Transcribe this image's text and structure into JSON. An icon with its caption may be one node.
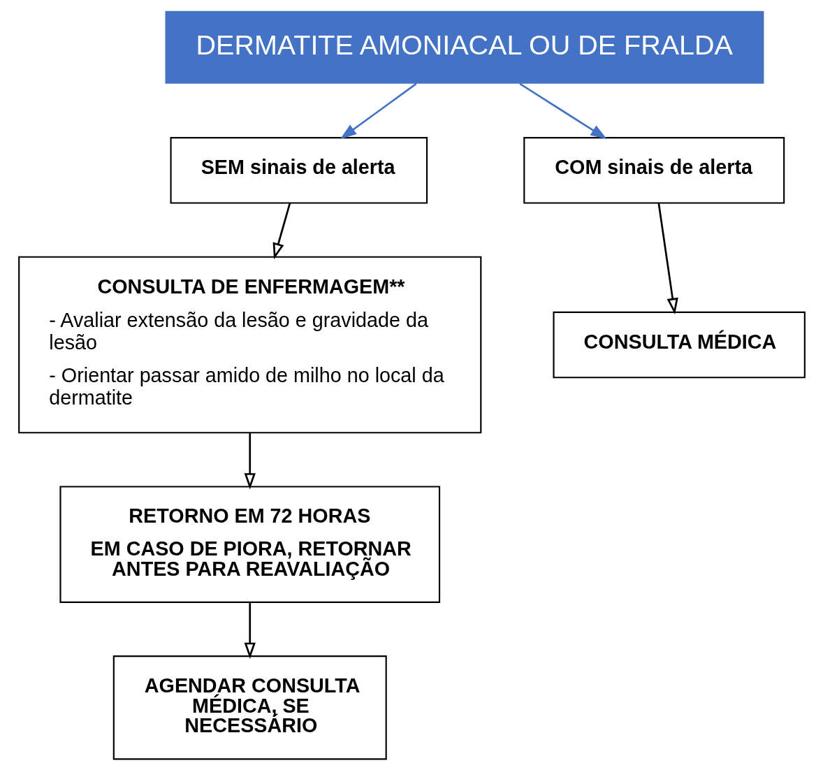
{
  "diagram": {
    "nodes": [
      {
        "text": [
          "DERMATITE AMONIACAL OU DE FRALDA"
        ]
      },
      {
        "text": [
          "SEM sinais de alerta"
        ]
      },
      {
        "text": [
          "COM sinais de alerta"
        ]
      },
      {
        "text": [
          "CONSULTA DE ENFERMAGEM**",
          "- Avaliar extensão da lesão e gravidade da lesão",
          "- Orientar passar amido de milho no local da dermatite"
        ]
      },
      {
        "text": [
          "CONSULTA MÉDICA"
        ]
      },
      {
        "text": [
          "RETORNO EM 72 HORAS",
          "EM CASO DE PIORA, RETORNAR ANTES PARA REAVALIAÇÃO"
        ]
      },
      {
        "text": [
          "AGENDAR CONSULTA MÉDICA, SE NECESSÁRIO"
        ]
      }
    ],
    "edges": [
      {
        "from": 0,
        "to": 1,
        "arrow": "to",
        "color": "#4472c4"
      },
      {
        "from": 0,
        "to": 2,
        "arrow": "to",
        "color": "#4472c4"
      },
      {
        "from": 1,
        "to": 3,
        "arrow": "to"
      },
      {
        "from": 2,
        "to": 4,
        "arrow": "to"
      },
      {
        "from": 3,
        "to": 5,
        "arrow": "to"
      },
      {
        "from": 5,
        "to": 6,
        "arrow": "to"
      }
    ]
  }
}
